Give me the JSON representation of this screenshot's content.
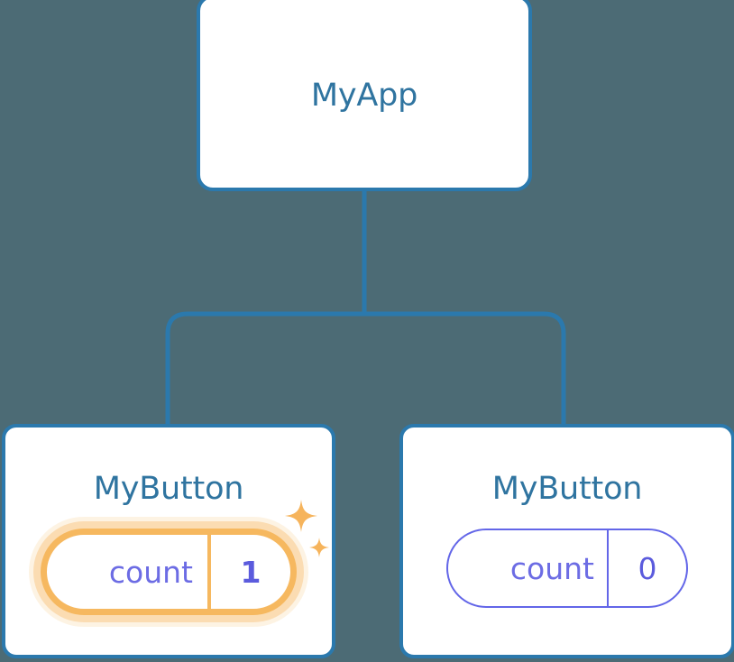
{
  "diagram": {
    "type": "component-tree",
    "background_color": "#4c6b75",
    "node_border_color": "#2b79ad",
    "node_title_color": "#2f74a0",
    "connector_color": "#2b79ad",
    "state_color": "#6366e8",
    "highlight_color": "#f6b85f",
    "highlight_glow_color": "#f9ceа0"
  },
  "root": {
    "title": "MyApp"
  },
  "children": [
    {
      "title": "MyButton",
      "state_key": "count",
      "state_value": "1",
      "highlighted": true,
      "sparkle_large": "sparkle-icon",
      "sparkle_small": "sparkle-icon"
    },
    {
      "title": "MyButton",
      "state_key": "count",
      "state_value": "0",
      "highlighted": false
    }
  ]
}
